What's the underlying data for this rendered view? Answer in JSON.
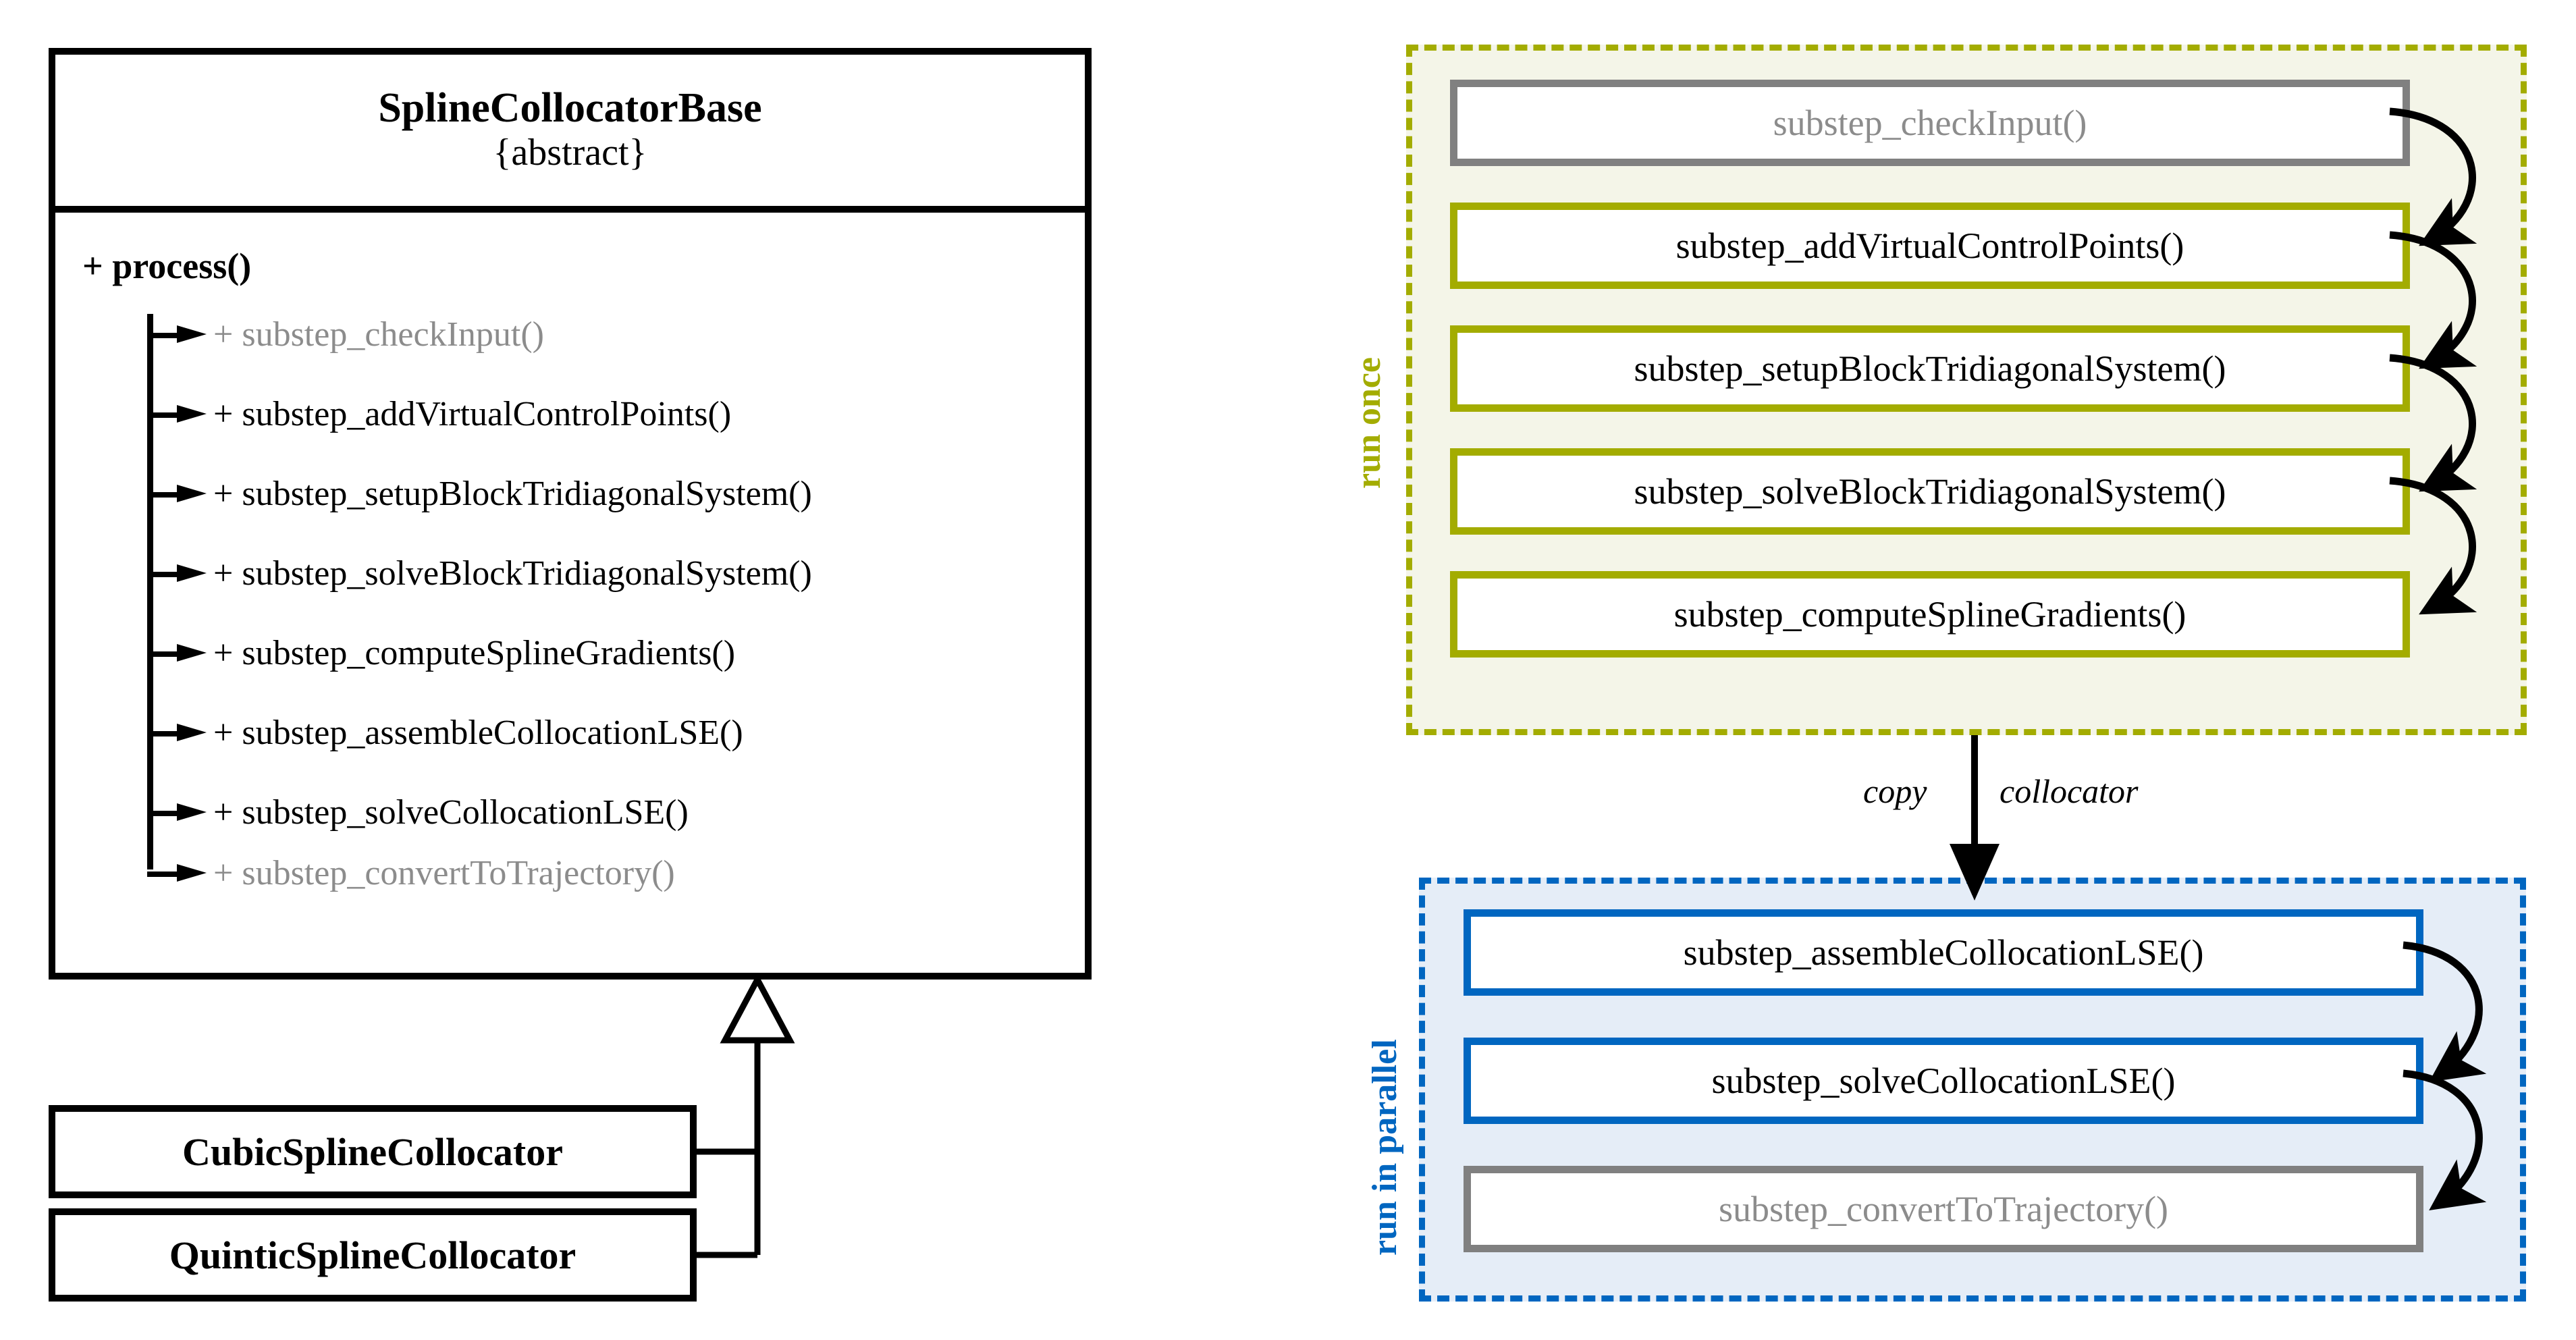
{
  "left_panel": {
    "base_class": {
      "title": "SplineCollocatorBase",
      "stereotype": "{abstract}",
      "root_operation": "+ process()",
      "operations": [
        {
          "label": "+ substep_checkInput()",
          "dimmed": true
        },
        {
          "label": "+ substep_addVirtualControlPoints()",
          "dimmed": false
        },
        {
          "label": "+ substep_setupBlockTridiagonalSystem()",
          "dimmed": false
        },
        {
          "label": "+ substep_solveBlockTridiagonalSystem()",
          "dimmed": false
        },
        {
          "label": "+ substep_computeSplineGradients()",
          "dimmed": false
        },
        {
          "label": "+ substep_assembleCollocationLSE()",
          "dimmed": false
        },
        {
          "label": "+ substep_solveCollocationLSE()",
          "dimmed": false
        },
        {
          "label": "+ substep_convertToTrajectory()",
          "dimmed": true
        }
      ]
    },
    "subclasses": [
      {
        "title": "CubicSplineCollocator"
      },
      {
        "title": "QuinticSplineCollocator"
      }
    ]
  },
  "right_panel": {
    "groups": [
      {
        "id": "run-once",
        "label": "run once",
        "accent": "#a3ac00",
        "fill": "#f4f5e8",
        "steps": [
          {
            "label": "substep_checkInput()",
            "state": "disabled"
          },
          {
            "label": "substep_addVirtualControlPoints()",
            "state": "active"
          },
          {
            "label": "substep_setupBlockTridiagonalSystem()",
            "state": "active"
          },
          {
            "label": "substep_solveBlockTridiagonalSystem()",
            "state": "active"
          },
          {
            "label": "substep_computeSplineGradients()",
            "state": "active"
          }
        ]
      },
      {
        "id": "run-in-parallel",
        "label": "run in parallel",
        "accent": "#0066c0",
        "fill": "#e5edf7",
        "steps": [
          {
            "label": "substep_assembleCollocationLSE()",
            "state": "active"
          },
          {
            "label": "substep_solveCollocationLSE()",
            "state": "active"
          },
          {
            "label": "substep_convertToTrajectory()",
            "state": "disabled"
          }
        ]
      }
    ],
    "transition": {
      "label_left": "copy",
      "label_right": "collocator"
    }
  },
  "colors": {
    "olive": "#a3ac00",
    "olive_fill": "#f4f5e8",
    "blue": "#0066c0",
    "blue_fill": "#e5edf7",
    "gray": "#808080",
    "dim_text": "#8c8c8c",
    "black": "#000000"
  }
}
